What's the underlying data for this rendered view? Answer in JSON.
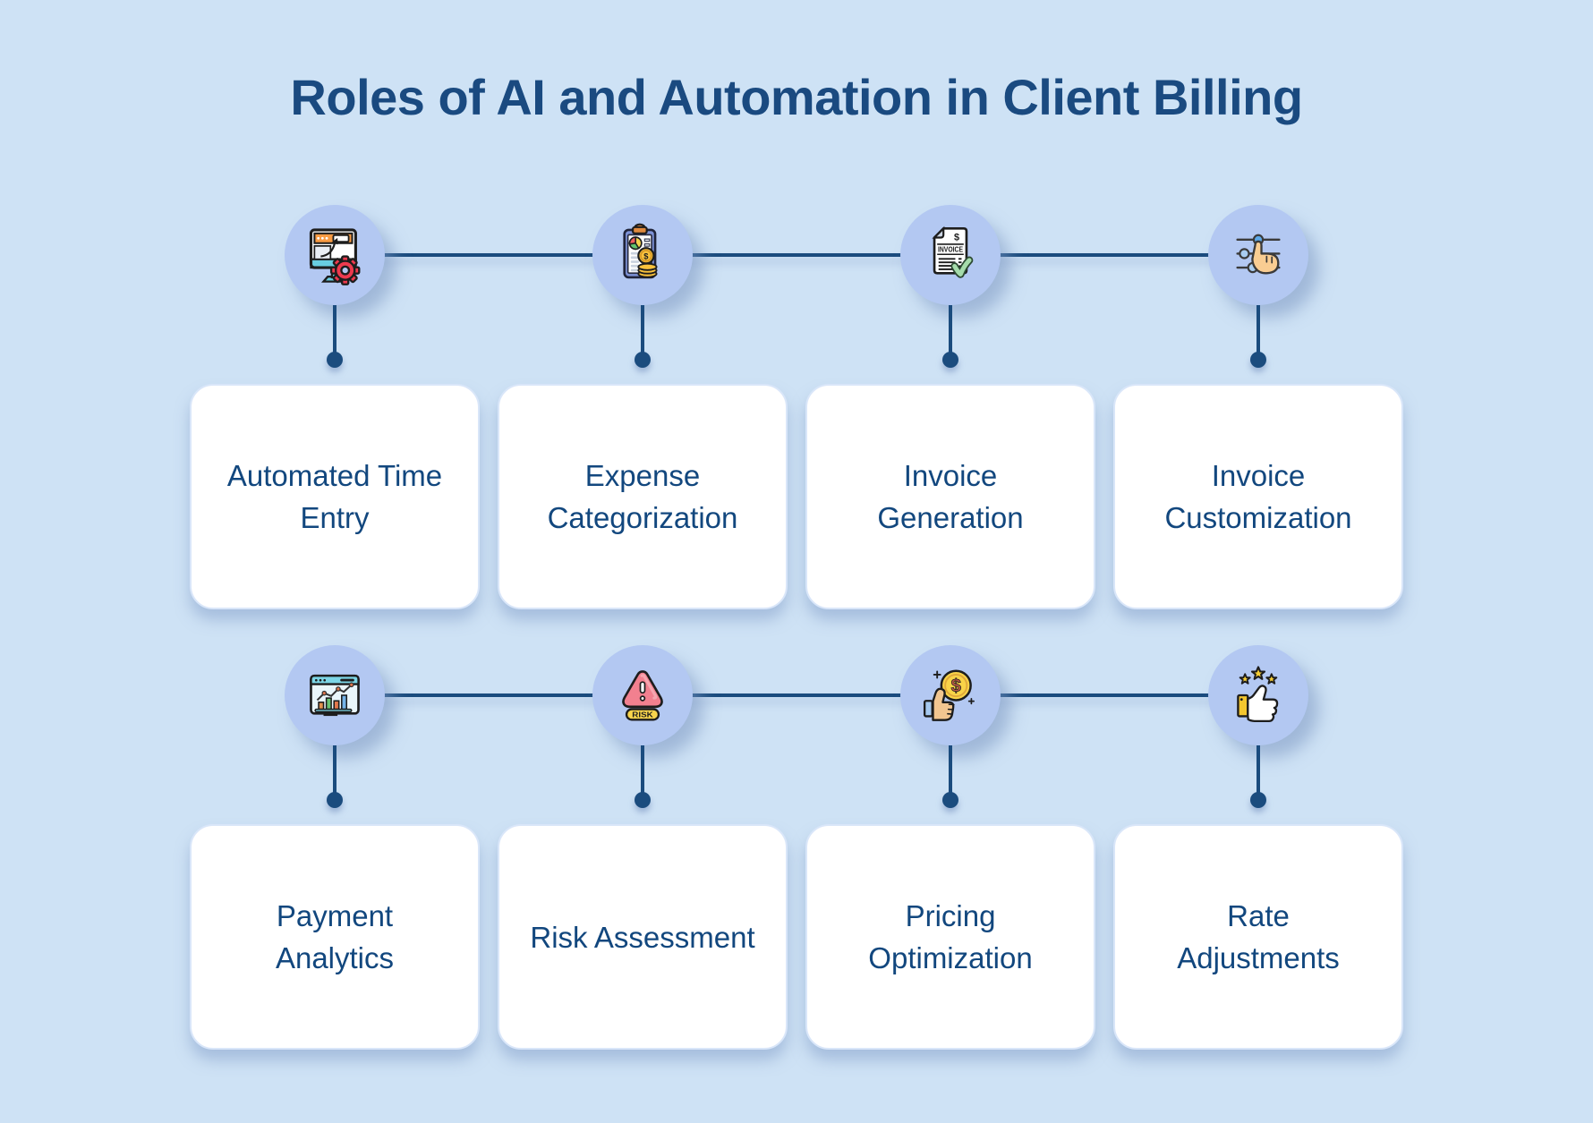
{
  "title": "Roles of AI and Automation in Client Billing",
  "colors": {
    "background": "#cee2f5",
    "circle_fill": "#b3c8f2",
    "connector_line": "#1b4c7e",
    "card_background": "#ffffff",
    "card_text": "#12477e",
    "title_text": "#1a4a80"
  },
  "rows": [
    {
      "items": [
        {
          "label": "Automated Time Entry",
          "label_lines": [
            "Automated Time",
            "Entry"
          ],
          "icon": "monitor-gear-icon"
        },
        {
          "label": "Expense Categorization",
          "label_lines": [
            "Expense",
            "Categorization"
          ],
          "icon": "clipboard-pie-coins-icon"
        },
        {
          "label": "Invoice Generation",
          "label_lines": [
            "Invoice",
            "Generation"
          ],
          "icon": "invoice-check-icon"
        },
        {
          "label": "Invoice Customization",
          "label_lines": [
            "Invoice",
            "Customization"
          ],
          "icon": "hand-sliders-icon"
        }
      ]
    },
    {
      "items": [
        {
          "label": "Payment Analytics",
          "label_lines": [
            "Payment",
            "Analytics"
          ],
          "icon": "browser-analytics-icon"
        },
        {
          "label": "Risk Assessment",
          "label_lines": [
            "Risk Assessment"
          ],
          "icon": "risk-warning-icon"
        },
        {
          "label": "Pricing Optimization",
          "label_lines": [
            "Pricing",
            "Optimization"
          ],
          "icon": "hand-dollar-coin-icon"
        },
        {
          "label": "Rate Adjustments",
          "label_lines": [
            "Rate",
            "Adjustments"
          ],
          "icon": "thumbs-up-stars-icon"
        }
      ]
    }
  ],
  "icon_texts": {
    "invoice_dollar": "$",
    "invoice_label": "INVOICE",
    "risk_label": "RISK",
    "coin_dollar": "$",
    "big_coin_dollar": "$"
  }
}
